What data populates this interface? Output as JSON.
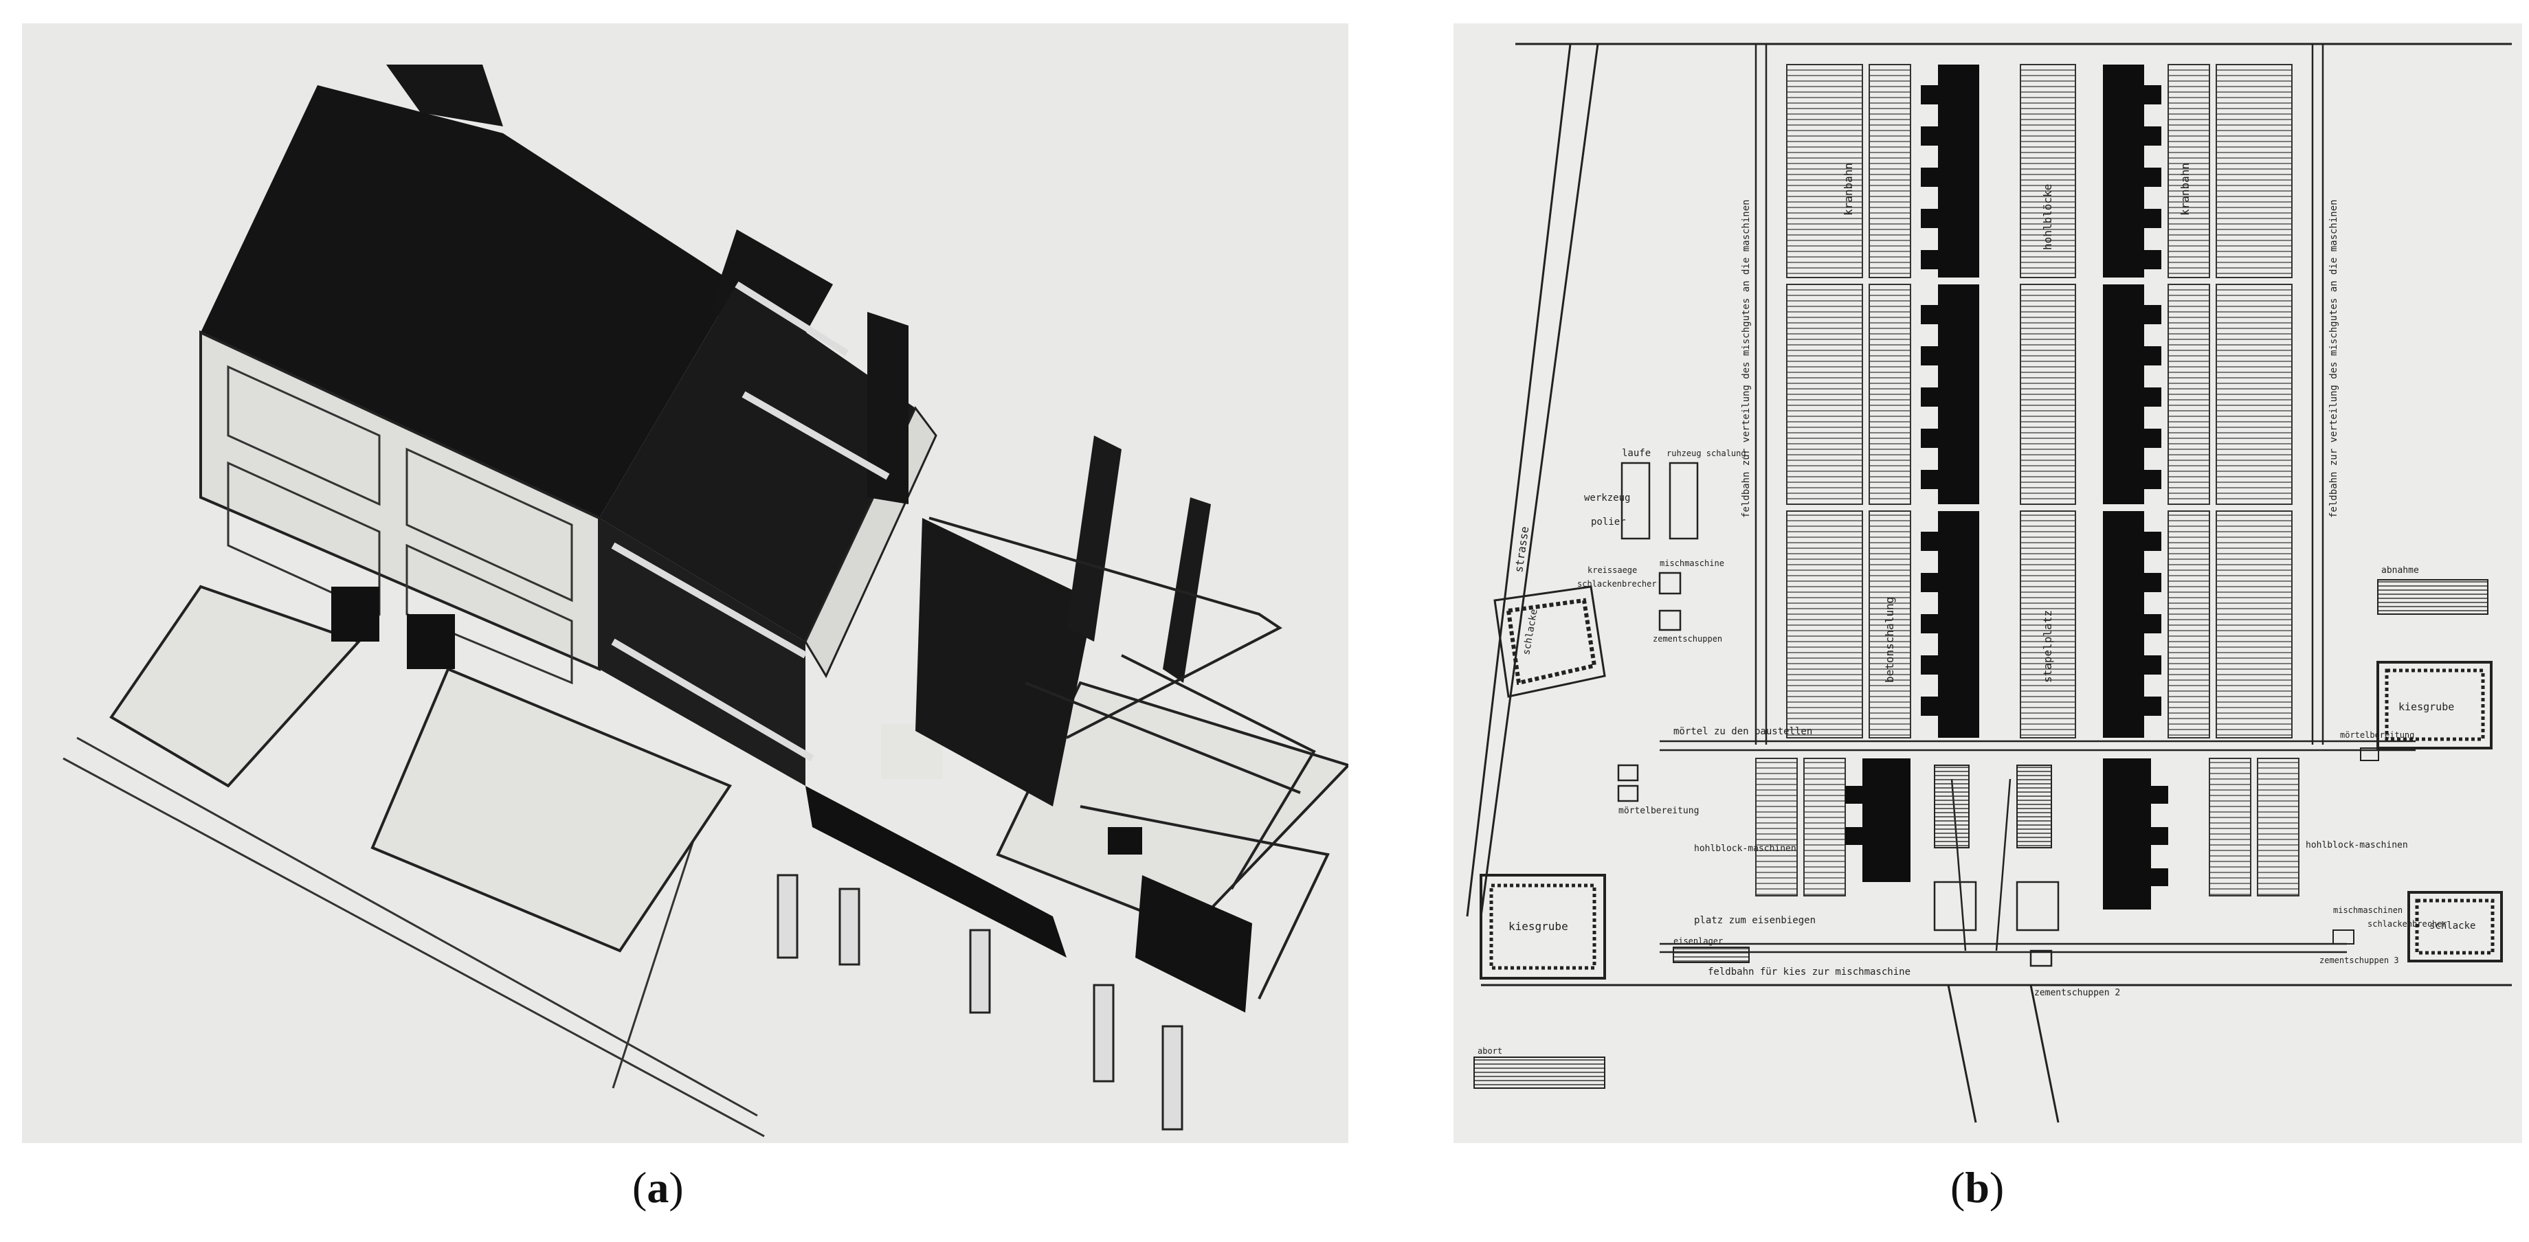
{
  "figure": {
    "panels": [
      {
        "id": "a",
        "caption_letter": "a"
      },
      {
        "id": "b",
        "caption_letter": "b"
      }
    ]
  },
  "plan_labels": {
    "strasse": "strasse",
    "laufe": "laufe",
    "werkzeug": "werkzeug",
    "polier": "polier",
    "rundeinzahlung": "ruhzeug schalung",
    "kreissaege": "kreissaege",
    "mischmaschine": "mischmaschine",
    "schlackenbrecher": "schlackenbrecher",
    "zementschuppen": "zementschuppen",
    "schlacke_left": "schlacke",
    "moertelzu": "mörtel zu den baustellen",
    "moertelberechung": "mörtelbereitung",
    "hohlblockmaschinen_left": "hohlblock-maschinen",
    "hohlblockmaschinen_right": "hohlblock-maschinen",
    "kiesgrube_left": "kiesgrube",
    "kiesgrube_right": "kiesgrube",
    "platz_zum_eisenbiegen": "platz zum eisenbiegen",
    "eisenlager": "eisenlager",
    "feldbahn_bottom": "feldbahn für kies zur mischmaschine",
    "zementschuppen_2": "zementschuppen 2",
    "zementschuppen_3": "zementschuppen 3",
    "schlacke_right": "schlacke",
    "mischmaschinen_right": "mischmaschinen",
    "schlackenbrecher_right": "schlackenbrecher",
    "moertelberechung_right": "mörtelbereitung",
    "abnahme": "abnahme",
    "abortanlage": "abort",
    "kranbahn": "kranbahn",
    "kranbahn2": "kranbahn",
    "hohlblocke": "hohlblöcke",
    "feldbahn_left": "feldbahn zur verteilung des mischgutes an die maschinen",
    "feldbahn_right": "feldbahn zur verteilung des mischgutes an die maschinen",
    "stapelplatz": "stapelplatz",
    "betonschalung": "betonschalung"
  }
}
